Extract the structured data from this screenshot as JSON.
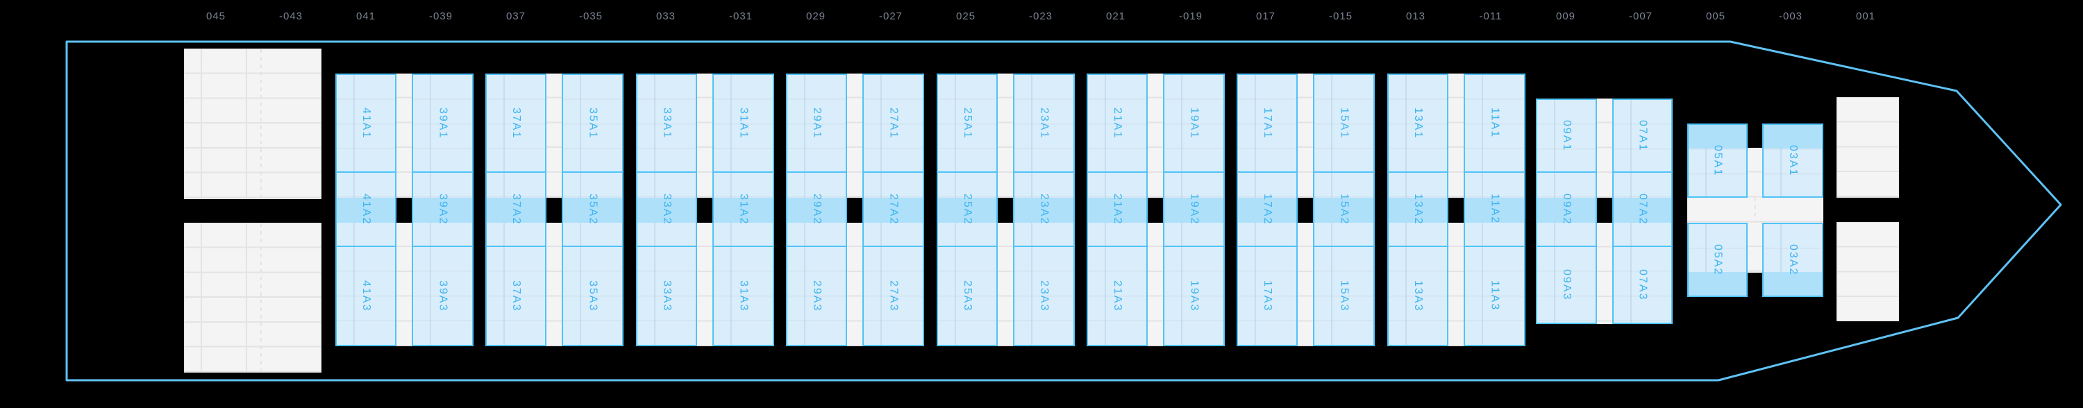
{
  "ruler": {
    "labels": [
      "045",
      "-043",
      "041",
      "-039",
      "037",
      "-035",
      "033",
      "-031",
      "029",
      "-027",
      "025",
      "-023",
      "021",
      "-019",
      "017",
      "-015",
      "013",
      "-011",
      "009",
      "-007",
      "005",
      "-003",
      "001"
    ]
  },
  "blocks": [
    {
      "type": "standard",
      "columns": [
        [
          "41A1",
          "41A2",
          "41A3"
        ],
        [
          "39A1",
          "39A2",
          "39A3"
        ]
      ]
    },
    {
      "type": "standard",
      "columns": [
        [
          "37A1",
          "37A2",
          "37A3"
        ],
        [
          "35A1",
          "35A2",
          "35A3"
        ]
      ]
    },
    {
      "type": "standard",
      "columns": [
        [
          "33A1",
          "33A2",
          "33A3"
        ],
        [
          "31A1",
          "31A2",
          "31A3"
        ]
      ]
    },
    {
      "type": "standard",
      "columns": [
        [
          "29A1",
          "29A2",
          "29A3"
        ],
        [
          "27A1",
          "27A2",
          "27A3"
        ]
      ]
    },
    {
      "type": "standard",
      "columns": [
        [
          "25A1",
          "25A2",
          "25A3"
        ],
        [
          "23A1",
          "23A2",
          "23A3"
        ]
      ]
    },
    {
      "type": "standard",
      "columns": [
        [
          "21A1",
          "21A2",
          "21A3"
        ],
        [
          "19A1",
          "19A2",
          "19A3"
        ]
      ]
    },
    {
      "type": "standard",
      "columns": [
        [
          "17A1",
          "17A2",
          "17A3"
        ],
        [
          "15A1",
          "15A2",
          "15A3"
        ]
      ]
    },
    {
      "type": "standard",
      "columns": [
        [
          "13A1",
          "13A2",
          "13A3"
        ],
        [
          "11A1",
          "11A2",
          "11A3"
        ]
      ]
    },
    {
      "type": "short",
      "columns": [
        [
          "09A1",
          "09A2",
          "09A3"
        ],
        [
          "07A1",
          "07A2",
          "07A3"
        ]
      ]
    },
    {
      "type": "bow",
      "columns": [
        [
          "05A1",
          "05A2"
        ],
        [
          "03A1",
          "03A2"
        ]
      ]
    }
  ],
  "colors": {
    "background": "#000000",
    "hull_outline": "#5fc2f4",
    "cell_fill": "#d9edfb",
    "cell_border": "#4fc3f7",
    "cell_label": "#3fb5f0",
    "tier_highlight": "#aee0fa",
    "panel_white": "#f4f4f5",
    "panel_grid": "#e3e3e5",
    "cell_grid": "#d2e3ef",
    "ruler_text": "#7b8292",
    "center_gap": "#000000"
  }
}
